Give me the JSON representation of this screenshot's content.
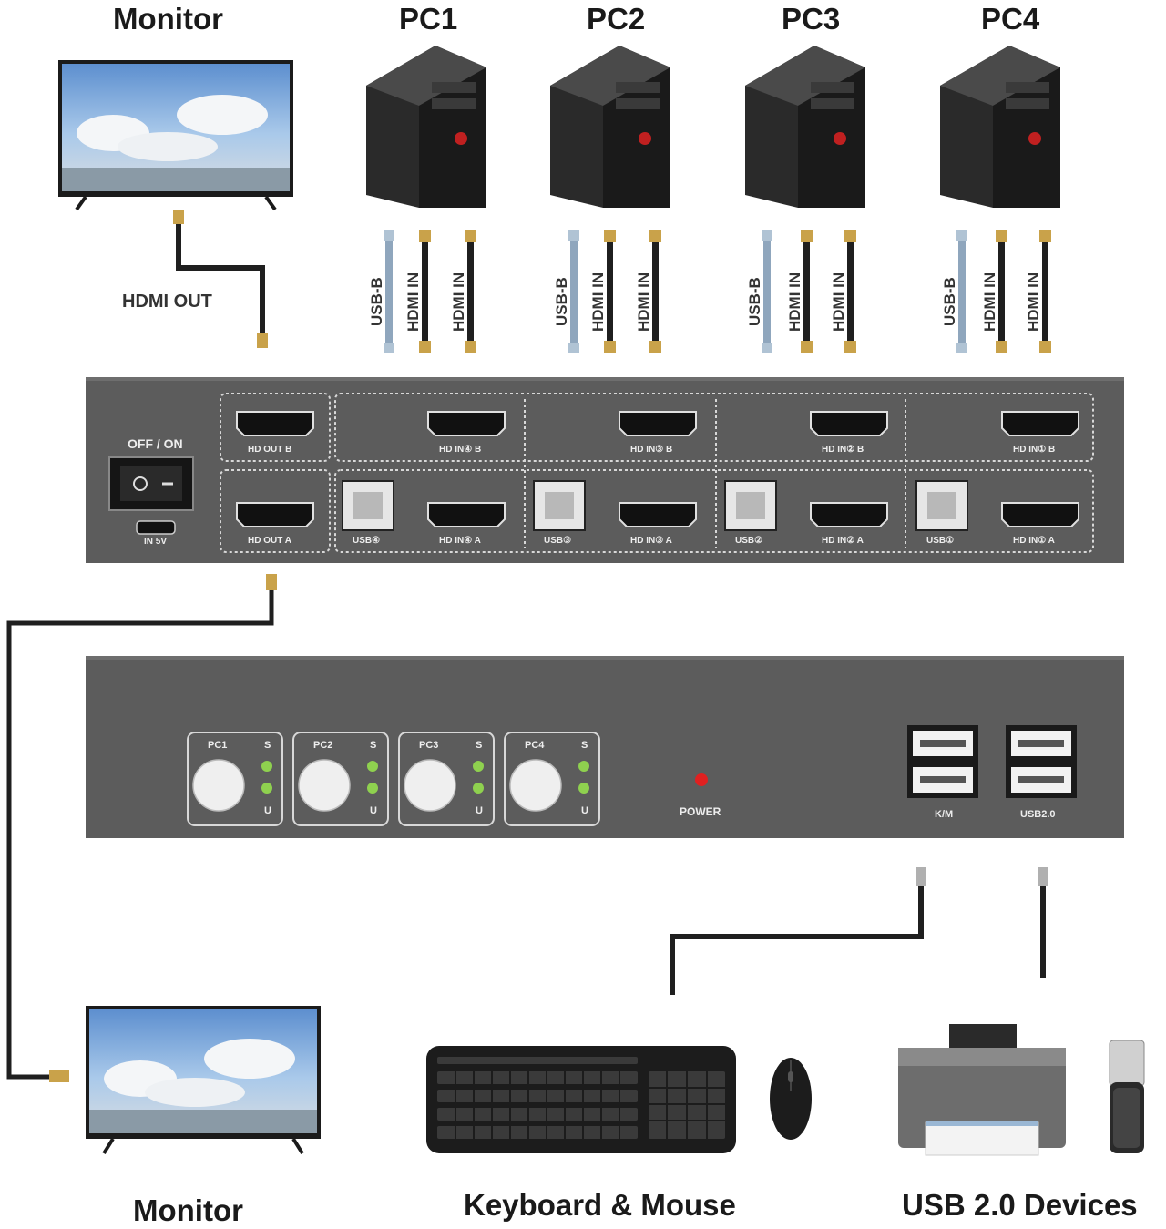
{
  "labels": {
    "monitor_top": "Monitor",
    "monitor_bottom": "Monitor",
    "pcs": [
      "PC1",
      "PC2",
      "PC3",
      "PC4"
    ],
    "hdmi_out": "HDMI OUT",
    "keyboard_mouse": "Keyboard & Mouse",
    "usb_devices": "USB 2.0 Devices"
  },
  "cable_labels": [
    "USB-B",
    "HDMI IN",
    "HDMI IN"
  ],
  "rear_panel": {
    "switch_label": "OFF / ON",
    "power_in": "IN 5V",
    "row_b": [
      "HD OUT B",
      "HD IN④ B",
      "HD IN③ B",
      "HD IN② B",
      "HD IN① B"
    ],
    "row_a_hdmi": [
      "HD OUT A",
      "HD IN④ A",
      "HD IN③ A",
      "HD IN② A",
      "HD IN① A"
    ],
    "row_a_usb": [
      "USB④",
      "USB③",
      "USB②",
      "USB①"
    ]
  },
  "front_panel": {
    "buttons": [
      "PC1",
      "PC2",
      "PC3",
      "PC4"
    ],
    "led_s": "S",
    "led_u": "U",
    "power": "POWER",
    "km": "K/M",
    "usb2": "USB2.0"
  },
  "colors": {
    "panel": "#5c5c5c",
    "cable": "#1f1f1f",
    "usb_cable": "#8fa6bd",
    "led_green": "#8fd14f",
    "led_red": "#e02020"
  }
}
